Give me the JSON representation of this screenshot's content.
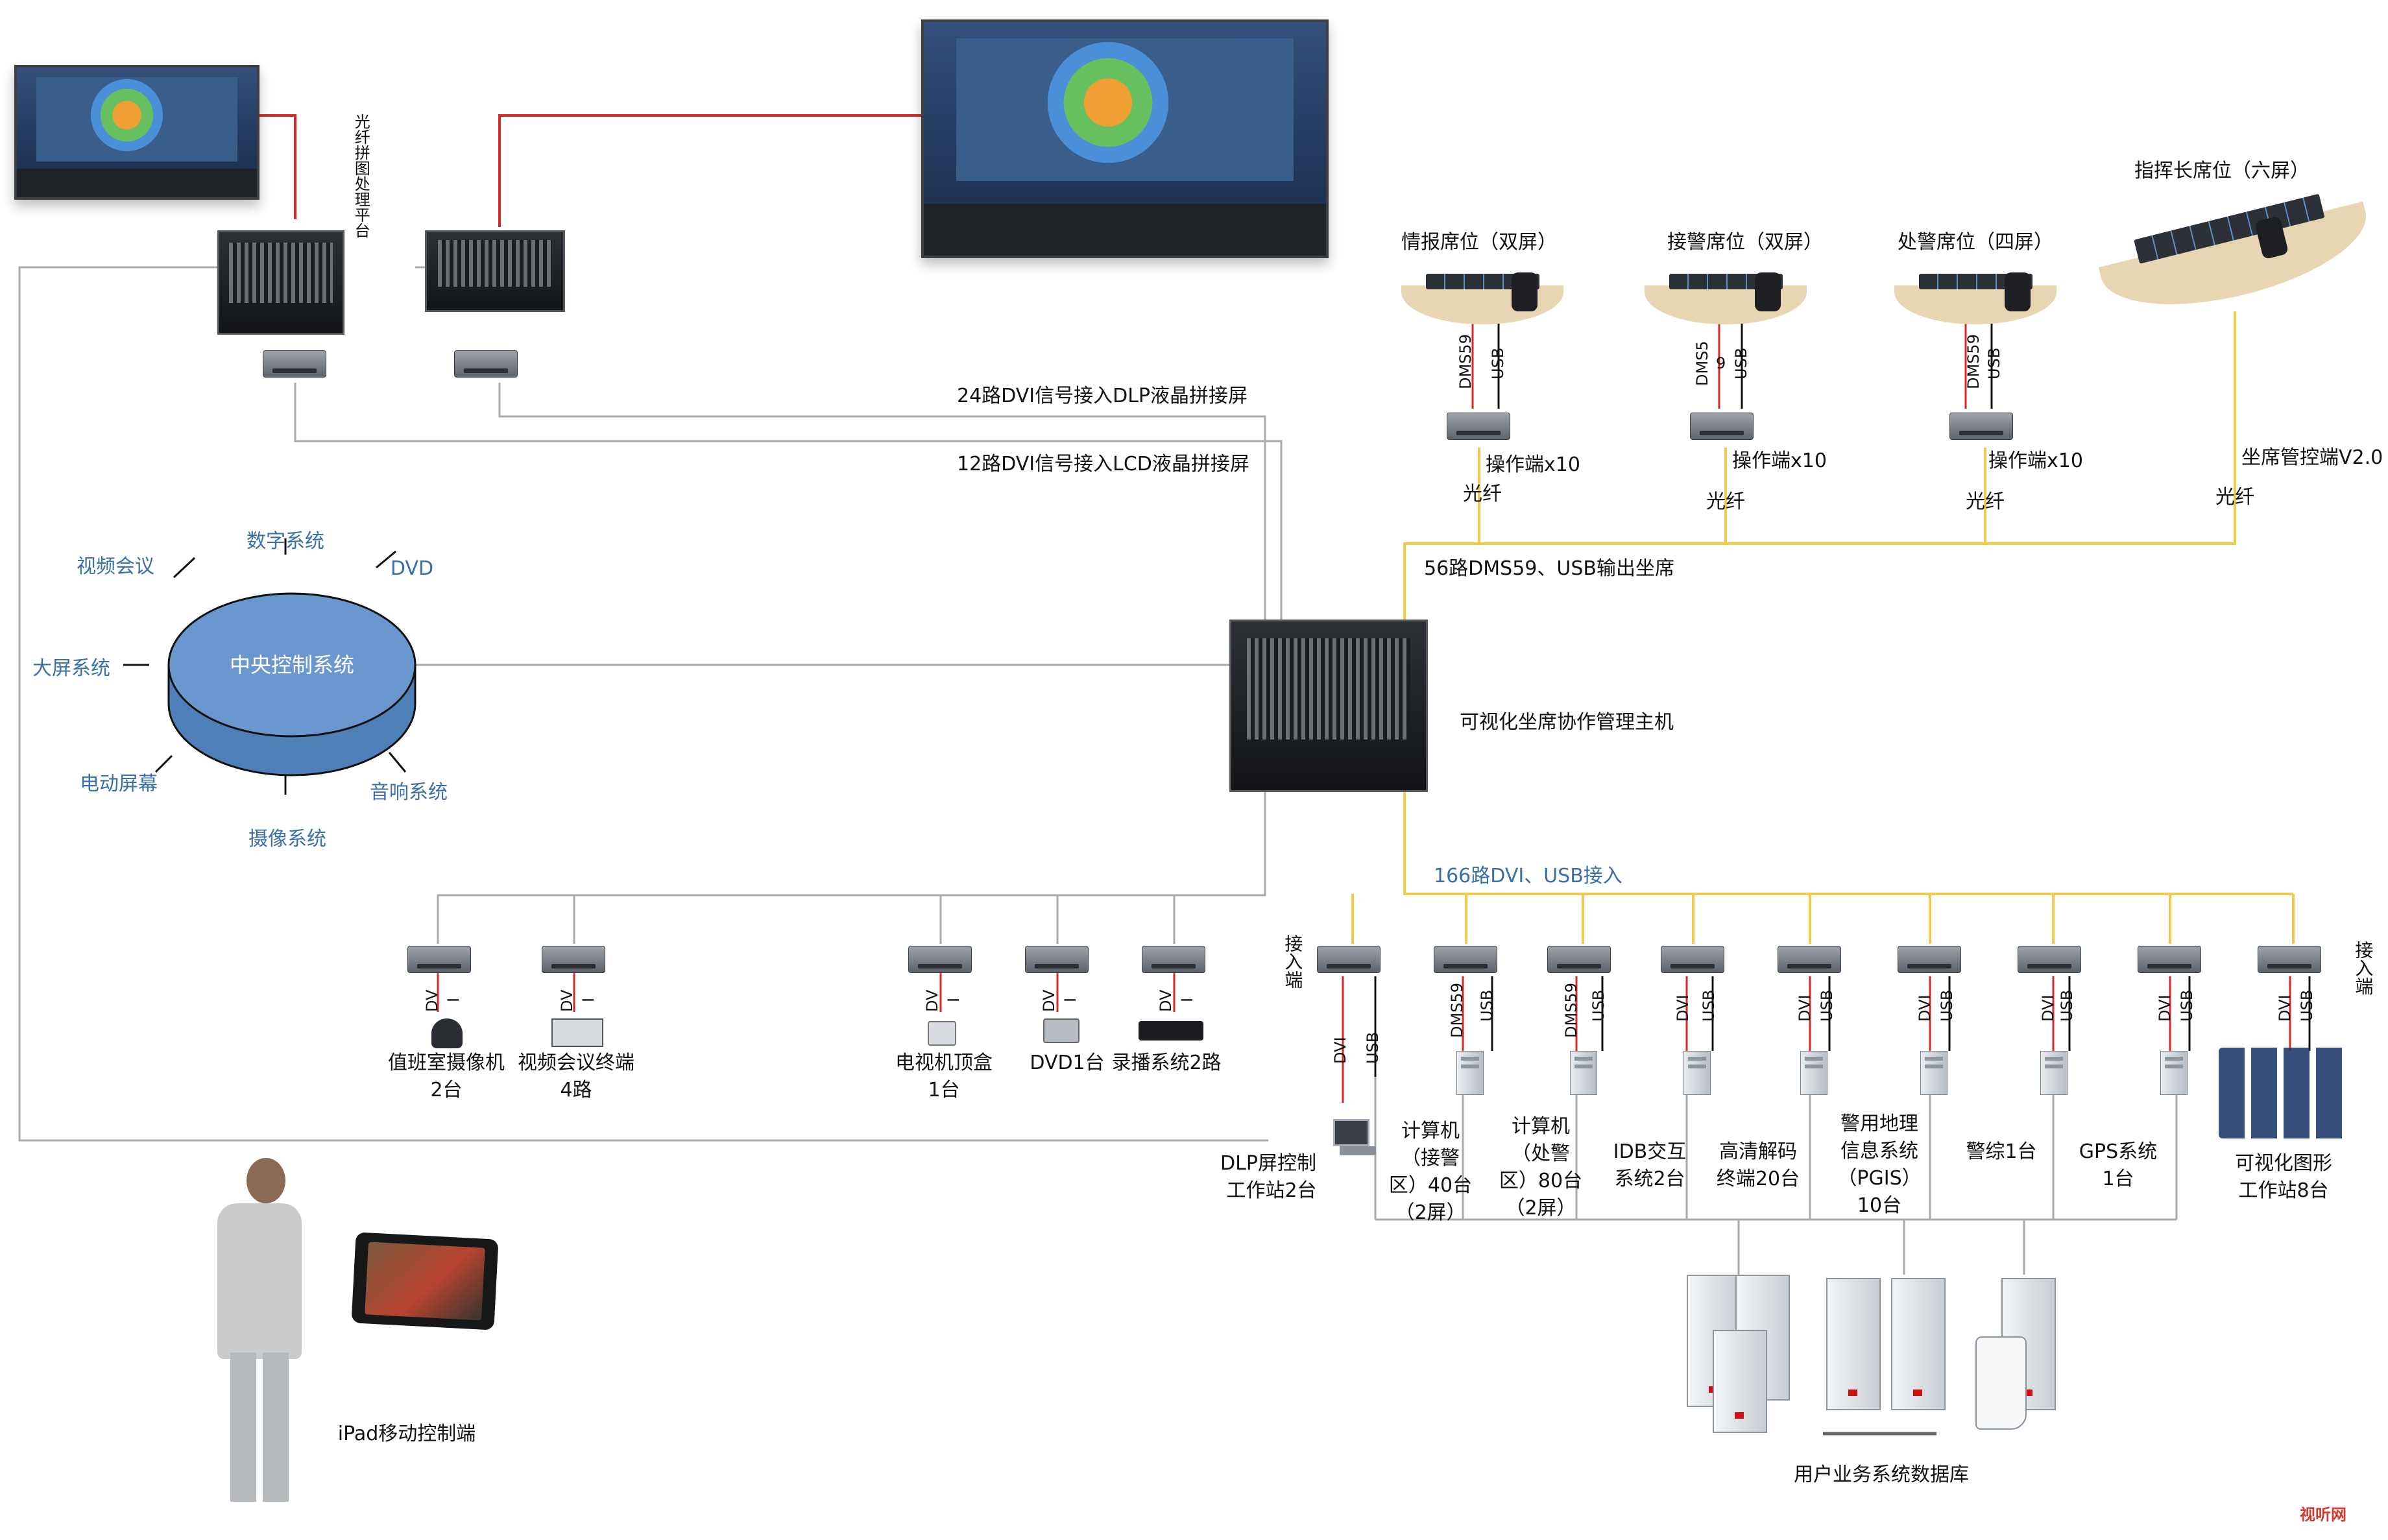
{
  "labels": {
    "fiber_platform": "光纤拼图处理平台",
    "dvi_24": "24路DVI信号接入DLP液晶拼接屏",
    "dvi_12": "12路DVI信号接入LCD液晶拼接屏",
    "central_control": "中央控制系统",
    "digital_system": "数字系统",
    "dvd": "DVD",
    "video_conf": "视频会议",
    "big_screen": "大屏系统",
    "electric_screen": "电动屏幕",
    "audio_system": "音响系统",
    "camera_system": "摄像系统",
    "host": "可视化坐席协作管理主机",
    "seat_intel": "情报席位（双屏）",
    "seat_alarm": "接警席位（双屏）",
    "seat_dispatch": "处警席位（四屏）",
    "seat_commander": "指挥长席位（六屏）",
    "op_x10": "操作端x10",
    "fiber": "光纤",
    "seat_mgmt": "坐席管控端V2.0",
    "dms56": "56路DMS59、USB输出坐席",
    "dvi166": "166路DVI、USB接入",
    "access": "接入端",
    "dms59": "DMS59",
    "dms5": "DMS5",
    "nine": "9",
    "usb": "USB",
    "dvi": "DVI",
    "dv": "DV",
    "i": "I",
    "duty_camera": "值班室摄像机",
    "two_units": "2台",
    "video_term": "视频会议终端",
    "four_ch": "4路",
    "tv_box": "电视机顶盒",
    "one_unit": "1台",
    "dvd1": "DVD1台",
    "rec": "录播系统2路",
    "dlp_ctrl": "DLP屏控制",
    "ws2": "工作站2台",
    "pc_alarm_l1": "计算机",
    "pc_alarm_l2": "（接警",
    "pc_alarm_l3": "区）40台",
    "pc_alarm_l4": "（2屏）",
    "pc_disp_l1": "计算机",
    "pc_disp_l2": "（处警",
    "pc_disp_l3": "区）80台",
    "pc_disp_l4": "（2屏）",
    "idb_l1": "IDB交互",
    "idb_l2": "系统2台",
    "hd_l1": "高清解码",
    "hd_l2": "终端20台",
    "pgis_l1": "警用地理",
    "pgis_l2": "信息系统",
    "pgis_l3": "（PGIS）",
    "pgis_l4": "10台",
    "police": "警综1台",
    "gps_l1": "GPS系统",
    "gps_l2": "1台",
    "vis_l1": "可视化图形",
    "vis_l2": "工作站8台",
    "ipad": "iPad移动控制端",
    "userdb": "用户业务系统数据库",
    "watermark": "视听网"
  },
  "colors": {
    "red_line": "#d62a2a",
    "gray_line": "#a9a9a9",
    "yellow_line": "#f2c94c",
    "ellipse_top": "#6b97cf",
    "ellipse_side": "#4f7fb8",
    "label_blue": "#3b6fa7"
  }
}
